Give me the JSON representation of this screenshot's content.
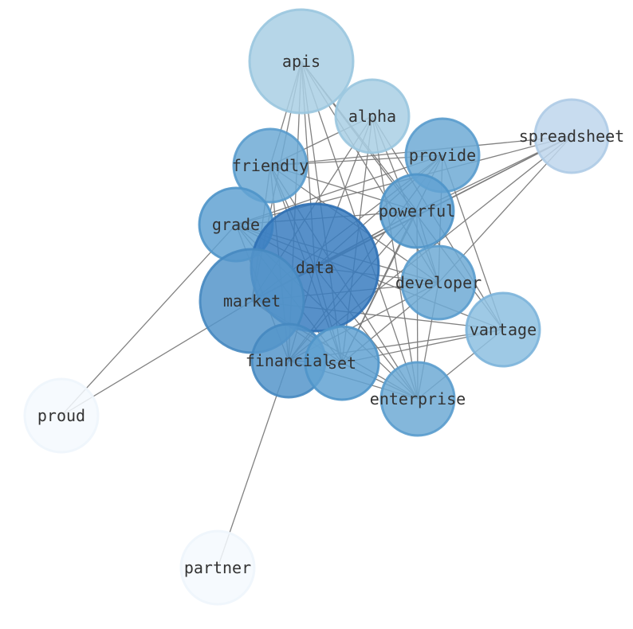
{
  "graph": {
    "nodes": [
      {
        "id": "apis",
        "label": "apis",
        "fill": "#a9cfe4",
        "stroke": "#9ac6df"
      },
      {
        "id": "alpha",
        "label": "alpha",
        "fill": "#a9cfe4",
        "stroke": "#9ac6df"
      },
      {
        "id": "spreadsheet",
        "label": "spreadsheet",
        "fill": "#bed6ec",
        "stroke": "#aecbe6"
      },
      {
        "id": "provide",
        "label": "provide",
        "fill": "#6eaad5",
        "stroke": "#5a9ccd"
      },
      {
        "id": "friendly",
        "label": "friendly",
        "fill": "#6eaad5",
        "stroke": "#5a9ccd"
      },
      {
        "id": "powerful",
        "label": "powerful",
        "fill": "#62a2d2",
        "stroke": "#4f95c9"
      },
      {
        "id": "grade",
        "label": "grade",
        "fill": "#62a2d2",
        "stroke": "#4f95c9"
      },
      {
        "id": "data",
        "label": "data",
        "fill": "#3a7cc0",
        "stroke": "#2f70b4"
      },
      {
        "id": "developer",
        "label": "developer",
        "fill": "#6eaad5",
        "stroke": "#5a9ccd"
      },
      {
        "id": "market",
        "label": "market",
        "fill": "#5595ca",
        "stroke": "#4688c0"
      },
      {
        "id": "vantage",
        "label": "vantage",
        "fill": "#8dbfe0",
        "stroke": "#7cb4da"
      },
      {
        "id": "financial",
        "label": "financial",
        "fill": "#5595ca",
        "stroke": "#4688c0"
      },
      {
        "id": "set",
        "label": "set",
        "fill": "#62a2d2",
        "stroke": "#4f95c9"
      },
      {
        "id": "enterprise",
        "label": "enterprise",
        "fill": "#6eaad5",
        "stroke": "#5a9ccd"
      },
      {
        "id": "proud",
        "label": "proud",
        "fill": "#f4f9fe",
        "stroke": "#eef5fc"
      },
      {
        "id": "partner",
        "label": "partner",
        "fill": "#f4f9fe",
        "stroke": "#eef5fc"
      }
    ],
    "edges": [
      [
        "apis",
        "data"
      ],
      [
        "apis",
        "friendly"
      ],
      [
        "apis",
        "powerful"
      ],
      [
        "apis",
        "developer"
      ],
      [
        "apis",
        "set"
      ],
      [
        "apis",
        "vantage"
      ],
      [
        "apis",
        "financial"
      ],
      [
        "apis",
        "enterprise"
      ],
      [
        "apis",
        "market"
      ],
      [
        "alpha",
        "friendly"
      ],
      [
        "alpha",
        "developer"
      ],
      [
        "alpha",
        "data"
      ],
      [
        "alpha",
        "set"
      ],
      [
        "alpha",
        "enterprise"
      ],
      [
        "alpha",
        "vantage"
      ],
      [
        "alpha",
        "market"
      ],
      [
        "spreadsheet",
        "friendly"
      ],
      [
        "spreadsheet",
        "powerful"
      ],
      [
        "spreadsheet",
        "data"
      ],
      [
        "spreadsheet",
        "developer"
      ],
      [
        "spreadsheet",
        "financial"
      ],
      [
        "spreadsheet",
        "grade"
      ],
      [
        "spreadsheet",
        "market"
      ],
      [
        "provide",
        "friendly"
      ],
      [
        "provide",
        "grade"
      ],
      [
        "provide",
        "data"
      ],
      [
        "provide",
        "set"
      ],
      [
        "provide",
        "financial"
      ],
      [
        "provide",
        "vantage"
      ],
      [
        "provide",
        "developer"
      ],
      [
        "provide",
        "market"
      ],
      [
        "friendly",
        "powerful"
      ],
      [
        "friendly",
        "data"
      ],
      [
        "friendly",
        "market"
      ],
      [
        "friendly",
        "financial"
      ],
      [
        "friendly",
        "set"
      ],
      [
        "friendly",
        "enterprise"
      ],
      [
        "friendly",
        "developer"
      ],
      [
        "powerful",
        "grade"
      ],
      [
        "powerful",
        "data"
      ],
      [
        "powerful",
        "developer"
      ],
      [
        "powerful",
        "set"
      ],
      [
        "powerful",
        "financial"
      ],
      [
        "powerful",
        "enterprise"
      ],
      [
        "powerful",
        "market"
      ],
      [
        "grade",
        "data"
      ],
      [
        "grade",
        "developer"
      ],
      [
        "grade",
        "vantage"
      ],
      [
        "grade",
        "set"
      ],
      [
        "grade",
        "enterprise"
      ],
      [
        "grade",
        "proud"
      ],
      [
        "grade",
        "financial"
      ],
      [
        "data",
        "market"
      ],
      [
        "data",
        "financial"
      ],
      [
        "data",
        "set"
      ],
      [
        "data",
        "enterprise"
      ],
      [
        "data",
        "developer"
      ],
      [
        "developer",
        "set"
      ],
      [
        "developer",
        "financial"
      ],
      [
        "developer",
        "enterprise"
      ],
      [
        "developer",
        "market"
      ],
      [
        "market",
        "set"
      ],
      [
        "market",
        "enterprise"
      ],
      [
        "market",
        "vantage"
      ],
      [
        "market",
        "proud"
      ],
      [
        "vantage",
        "set"
      ],
      [
        "vantage",
        "enterprise"
      ],
      [
        "vantage",
        "financial"
      ],
      [
        "financial",
        "set"
      ],
      [
        "financial",
        "enterprise"
      ],
      [
        "financial",
        "partner"
      ],
      [
        "set",
        "enterprise"
      ]
    ]
  }
}
